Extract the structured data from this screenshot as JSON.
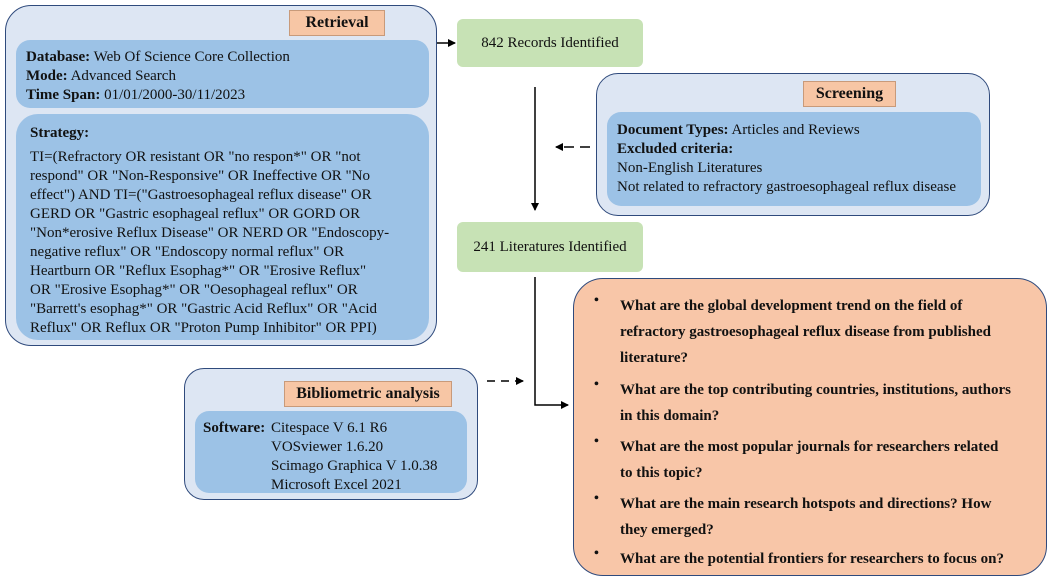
{
  "retrieval": {
    "tag": "Retrieval",
    "database_label": "Database:",
    "database_value": " Web Of Science Core Collection",
    "mode_label": "Mode:",
    "mode_value": " Advanced Search",
    "span_label": "Time Span:",
    "span_value": " 01/01/2000-30/11/2023",
    "strategy_label": "Strategy:",
    "strategy_lines": [
      "TI=(Refractory OR resistant OR \"no respon*\" OR \"not",
      "respond\" OR \"Non-Responsive\" OR Ineffective OR \"No",
      "effect\") AND TI=(\"Gastroesophageal reflux disease\" OR",
      "GERD OR \"Gastric esophageal reflux\" OR GORD OR",
      "\"Non*erosive Reflux Disease\" OR NERD OR \"Endoscopy-",
      "negative reflux\" OR \"Endoscopy normal reflux\" OR",
      "Heartburn OR \"Reflux Esophag*\" OR \"Erosive Reflux\"",
      "OR \"Erosive Esophag*\" OR \"Oesophageal reflux\" OR",
      "\"Barrett's esophag*\" OR \"Gastric Acid Reflux\" OR \"Acid",
      "Reflux\" OR Reflux OR \"Proton Pump Inhibitor\" OR PPI)"
    ]
  },
  "records": {
    "label": "842 Records Identified"
  },
  "screening": {
    "tag": "Screening",
    "doc_label": "Document Types:",
    "doc_value": " Articles and Reviews",
    "excluded_label": "Excluded criteria:",
    "excluded_items": [
      "Non-English Literatures",
      "Not related to refractory gastroesophageal reflux disease"
    ]
  },
  "literatures": {
    "label": "241 Literatures Identified"
  },
  "bibliometric": {
    "tag": "Bibliometric analysis",
    "software_label": "Software:",
    "software_items": [
      "Citespace V 6.1 R6",
      "VOSviewer 1.6.20",
      "Scimago Graphica V 1.0.38",
      "Microsoft Excel 2021"
    ]
  },
  "questions": {
    "bullet": "•",
    "items": [
      [
        "What are the global development trend on the field of",
        "refractory gastroesophageal reflux disease from published",
        "literature?"
      ],
      [
        "What are the top contributing countries, institutions, authors",
        "in this domain?"
      ],
      [
        "What are the most popular journals for researchers related",
        "to this  topic?"
      ],
      [
        "What are the main research hotspots and directions? How",
        "they emerged?"
      ],
      [
        "What are the potential frontiers for researchers to focus on?"
      ]
    ]
  },
  "colors": {
    "panel": "#dde6f3",
    "inner": "#9cc2e6",
    "tag": "#f7c6a5",
    "green": "#c7e2b5",
    "questions": "#f8c6a8",
    "border": "#2f4a7c"
  }
}
